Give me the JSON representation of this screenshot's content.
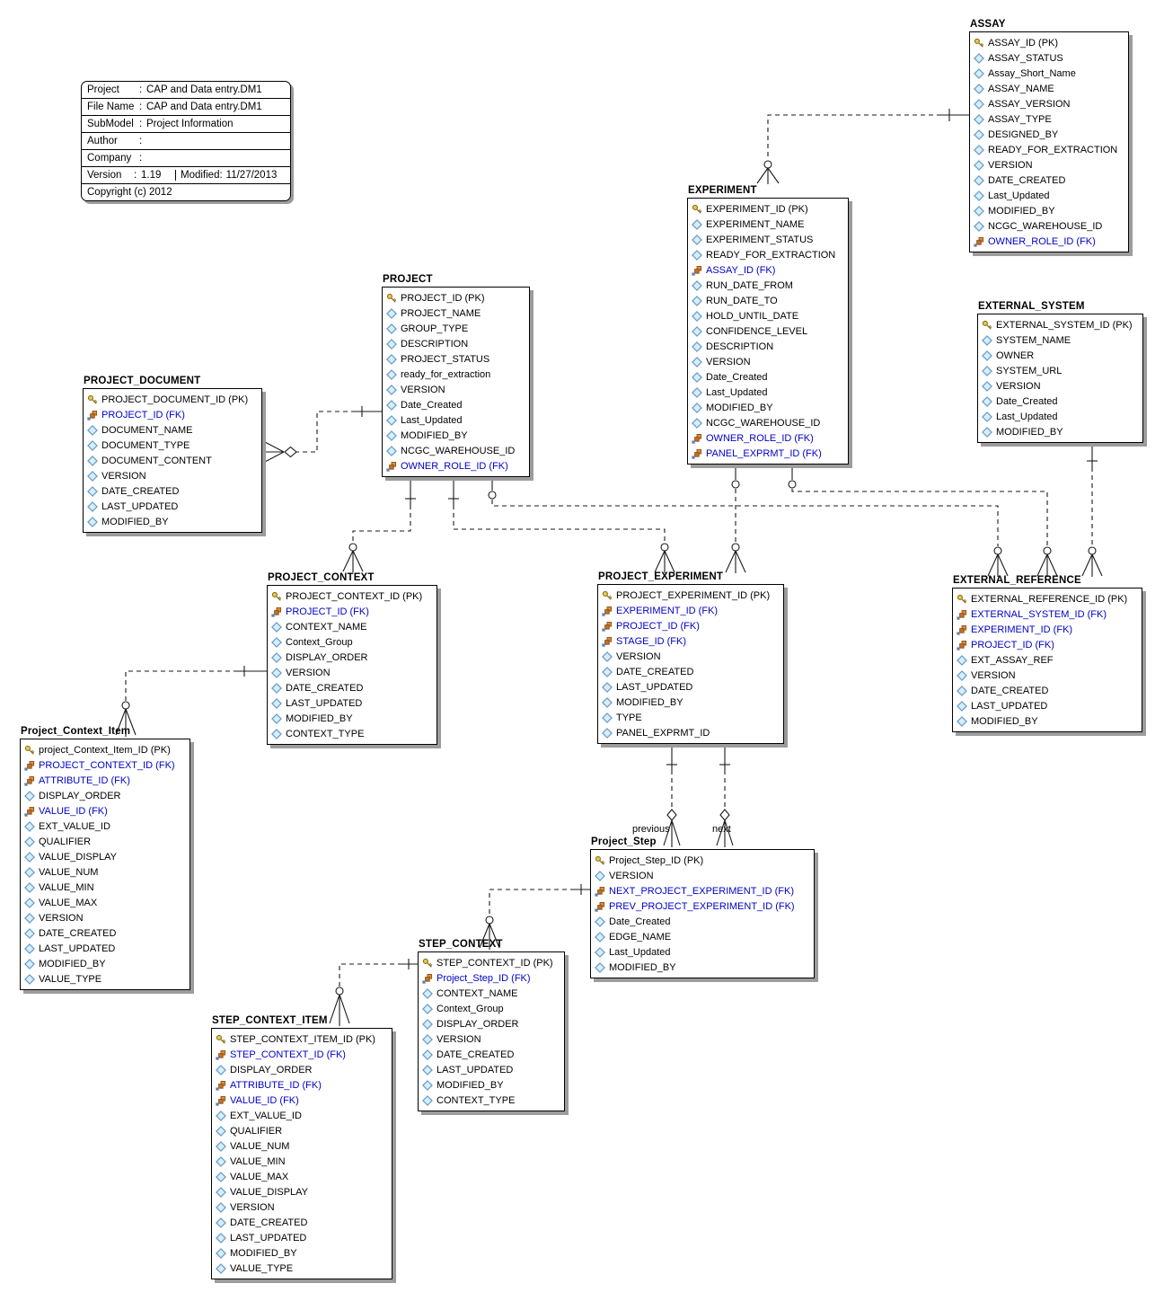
{
  "info_box": {
    "colon": ":",
    "rows": [
      {
        "label": "Project",
        "value": "CAP and Data entry.DM1"
      },
      {
        "label": "File Name",
        "value": "CAP and Data entry.DM1"
      },
      {
        "label": "SubModel",
        "value": "Project Information"
      },
      {
        "label": "Author",
        "value": ""
      },
      {
        "label": "Company",
        "value": ""
      }
    ],
    "version_label": "Version",
    "version_value": "1.19",
    "modified_label": "Modified:",
    "modified_value": "11/27/2013",
    "copyright": "Copyright (c) 2012"
  },
  "connector_labels": {
    "previous": "previous",
    "next": "next"
  },
  "colors": {
    "fk_text": "#0000C8",
    "attribute_icon_fill": "#B4DCF6",
    "pk_icon_fill": "#E9CB4A",
    "fk_icon_fill": "#D4782A",
    "line": "#1A1A1A",
    "box_shadow": "#9C9C9C"
  },
  "entities": {
    "assay": {
      "title": "ASSAY",
      "fields": [
        {
          "k": "pk",
          "t": "ASSAY_ID (PK)"
        },
        {
          "k": "attr",
          "t": "ASSAY_STATUS"
        },
        {
          "k": "attr",
          "t": "Assay_Short_Name"
        },
        {
          "k": "attr",
          "t": "ASSAY_NAME"
        },
        {
          "k": "attr",
          "t": "ASSAY_VERSION"
        },
        {
          "k": "attr",
          "t": "ASSAY_TYPE"
        },
        {
          "k": "attr",
          "t": "DESIGNED_BY"
        },
        {
          "k": "attr",
          "t": "READY_FOR_EXTRACTION"
        },
        {
          "k": "attr",
          "t": "VERSION"
        },
        {
          "k": "attr",
          "t": "DATE_CREATED"
        },
        {
          "k": "attr",
          "t": "Last_Updated"
        },
        {
          "k": "attr",
          "t": "MODIFIED_BY"
        },
        {
          "k": "attr",
          "t": "NCGC_WAREHOUSE_ID"
        },
        {
          "k": "fk",
          "t": "OWNER_ROLE_ID (FK)"
        }
      ]
    },
    "experiment": {
      "title": "EXPERIMENT",
      "fields": [
        {
          "k": "pk",
          "t": "EXPERIMENT_ID (PK)"
        },
        {
          "k": "attr",
          "t": "EXPERIMENT_NAME"
        },
        {
          "k": "attr",
          "t": "EXPERIMENT_STATUS"
        },
        {
          "k": "attr",
          "t": "READY_FOR_EXTRACTION"
        },
        {
          "k": "fk",
          "t": "ASSAY_ID (FK)"
        },
        {
          "k": "attr",
          "t": "RUN_DATE_FROM"
        },
        {
          "k": "attr",
          "t": "RUN_DATE_TO"
        },
        {
          "k": "attr",
          "t": "HOLD_UNTIL_DATE"
        },
        {
          "k": "attr",
          "t": "CONFIDENCE_LEVEL"
        },
        {
          "k": "attr",
          "t": "DESCRIPTION"
        },
        {
          "k": "attr",
          "t": "VERSION"
        },
        {
          "k": "attr",
          "t": "Date_Created"
        },
        {
          "k": "attr",
          "t": "Last_Updated"
        },
        {
          "k": "attr",
          "t": "MODIFIED_BY"
        },
        {
          "k": "attr",
          "t": "NCGC_WAREHOUSE_ID"
        },
        {
          "k": "fk",
          "t": "OWNER_ROLE_ID (FK)"
        },
        {
          "k": "fk",
          "t": "PANEL_EXPRMT_ID (FK)"
        }
      ]
    },
    "project": {
      "title": "PROJECT",
      "fields": [
        {
          "k": "pk",
          "t": "PROJECT_ID (PK)"
        },
        {
          "k": "attr",
          "t": "PROJECT_NAME"
        },
        {
          "k": "attr",
          "t": "GROUP_TYPE"
        },
        {
          "k": "attr",
          "t": "DESCRIPTION"
        },
        {
          "k": "attr",
          "t": "PROJECT_STATUS"
        },
        {
          "k": "attr",
          "t": "ready_for_extraction"
        },
        {
          "k": "attr",
          "t": "VERSION"
        },
        {
          "k": "attr",
          "t": "Date_Created"
        },
        {
          "k": "attr",
          "t": "Last_Updated"
        },
        {
          "k": "attr",
          "t": "MODIFIED_BY"
        },
        {
          "k": "attr",
          "t": "NCGC_WAREHOUSE_ID"
        },
        {
          "k": "fk",
          "t": "OWNER_ROLE_ID (FK)"
        }
      ]
    },
    "project_document": {
      "title": "PROJECT_DOCUMENT",
      "fields": [
        {
          "k": "pk",
          "t": "PROJECT_DOCUMENT_ID (PK)"
        },
        {
          "k": "fk",
          "t": "PROJECT_ID (FK)"
        },
        {
          "k": "attr",
          "t": "DOCUMENT_NAME"
        },
        {
          "k": "attr",
          "t": "DOCUMENT_TYPE"
        },
        {
          "k": "attr",
          "t": "DOCUMENT_CONTENT"
        },
        {
          "k": "attr",
          "t": "VERSION"
        },
        {
          "k": "attr",
          "t": "DATE_CREATED"
        },
        {
          "k": "attr",
          "t": "LAST_UPDATED"
        },
        {
          "k": "attr",
          "t": "MODIFIED_BY"
        }
      ]
    },
    "external_system": {
      "title": "EXTERNAL_SYSTEM",
      "fields": [
        {
          "k": "pk",
          "t": "EXTERNAL_SYSTEM_ID (PK)"
        },
        {
          "k": "attr",
          "t": "SYSTEM_NAME"
        },
        {
          "k": "attr",
          "t": "OWNER"
        },
        {
          "k": "attr",
          "t": "SYSTEM_URL"
        },
        {
          "k": "attr",
          "t": "VERSION"
        },
        {
          "k": "attr",
          "t": "Date_Created"
        },
        {
          "k": "attr",
          "t": "Last_Updated"
        },
        {
          "k": "attr",
          "t": "MODIFIED_BY"
        }
      ]
    },
    "project_context": {
      "title": "PROJECT_CONTEXT",
      "fields": [
        {
          "k": "pk",
          "t": "PROJECT_CONTEXT_ID (PK)"
        },
        {
          "k": "fk",
          "t": "PROJECT_ID (FK)"
        },
        {
          "k": "attr",
          "t": "CONTEXT_NAME"
        },
        {
          "k": "attr",
          "t": "Context_Group"
        },
        {
          "k": "attr",
          "t": "DISPLAY_ORDER"
        },
        {
          "k": "attr",
          "t": "VERSION"
        },
        {
          "k": "attr",
          "t": "DATE_CREATED"
        },
        {
          "k": "attr",
          "t": "LAST_UPDATED"
        },
        {
          "k": "attr",
          "t": "MODIFIED_BY"
        },
        {
          "k": "attr",
          "t": "CONTEXT_TYPE"
        }
      ]
    },
    "project_experiment": {
      "title": "PROJECT_EXPERIMENT",
      "fields": [
        {
          "k": "pk",
          "t": "PROJECT_EXPERIMENT_ID (PK)"
        },
        {
          "k": "fk",
          "t": "EXPERIMENT_ID (FK)"
        },
        {
          "k": "fk",
          "t": "PROJECT_ID (FK)"
        },
        {
          "k": "fk",
          "t": "STAGE_ID (FK)"
        },
        {
          "k": "attr",
          "t": "VERSION"
        },
        {
          "k": "attr",
          "t": "DATE_CREATED"
        },
        {
          "k": "attr",
          "t": "LAST_UPDATED"
        },
        {
          "k": "attr",
          "t": "MODIFIED_BY"
        },
        {
          "k": "attr",
          "t": "TYPE"
        },
        {
          "k": "attr",
          "t": "PANEL_EXPRMT_ID"
        }
      ]
    },
    "external_reference": {
      "title": "EXTERNAL_REFERENCE",
      "fields": [
        {
          "k": "pk",
          "t": "EXTERNAL_REFERENCE_ID (PK)"
        },
        {
          "k": "fk",
          "t": "EXTERNAL_SYSTEM_ID (FK)"
        },
        {
          "k": "fk",
          "t": "EXPERIMENT_ID (FK)"
        },
        {
          "k": "fk",
          "t": "PROJECT_ID (FK)"
        },
        {
          "k": "attr",
          "t": "EXT_ASSAY_REF"
        },
        {
          "k": "attr",
          "t": "VERSION"
        },
        {
          "k": "attr",
          "t": "DATE_CREATED"
        },
        {
          "k": "attr",
          "t": "LAST_UPDATED"
        },
        {
          "k": "attr",
          "t": "MODIFIED_BY"
        }
      ]
    },
    "project_context_item": {
      "title": "Project_Context_Item",
      "fields": [
        {
          "k": "pk",
          "t": "project_Context_Item_ID (PK)"
        },
        {
          "k": "fk",
          "t": "PROJECT_CONTEXT_ID (FK)"
        },
        {
          "k": "fk",
          "t": "ATTRIBUTE_ID (FK)"
        },
        {
          "k": "attr",
          "t": "DISPLAY_ORDER"
        },
        {
          "k": "fk",
          "t": "VALUE_ID (FK)"
        },
        {
          "k": "attr",
          "t": "EXT_VALUE_ID"
        },
        {
          "k": "attr",
          "t": "QUALIFIER"
        },
        {
          "k": "attr",
          "t": "VALUE_DISPLAY"
        },
        {
          "k": "attr",
          "t": "VALUE_NUM"
        },
        {
          "k": "attr",
          "t": "VALUE_MIN"
        },
        {
          "k": "attr",
          "t": "VALUE_MAX"
        },
        {
          "k": "attr",
          "t": "VERSION"
        },
        {
          "k": "attr",
          "t": "DATE_CREATED"
        },
        {
          "k": "attr",
          "t": "LAST_UPDATED"
        },
        {
          "k": "attr",
          "t": "MODIFIED_BY"
        },
        {
          "k": "attr",
          "t": "VALUE_TYPE"
        }
      ]
    },
    "project_step": {
      "title": "Project_Step",
      "fields": [
        {
          "k": "pk",
          "t": "Project_Step_ID (PK)"
        },
        {
          "k": "attr",
          "t": "VERSION"
        },
        {
          "k": "fk",
          "t": "NEXT_PROJECT_EXPERIMENT_ID (FK)"
        },
        {
          "k": "fk",
          "t": "PREV_PROJECT_EXPERIMENT_ID (FK)"
        },
        {
          "k": "attr",
          "t": "Date_Created"
        },
        {
          "k": "attr",
          "t": "EDGE_NAME"
        },
        {
          "k": "attr",
          "t": "Last_Updated"
        },
        {
          "k": "attr",
          "t": "MODIFIED_BY"
        }
      ]
    },
    "step_context": {
      "title": "STEP_CONTEXT",
      "fields": [
        {
          "k": "pk",
          "t": "STEP_CONTEXT_ID (PK)"
        },
        {
          "k": "fk",
          "t": "Project_Step_ID (FK)"
        },
        {
          "k": "attr",
          "t": "CONTEXT_NAME"
        },
        {
          "k": "attr",
          "t": "Context_Group"
        },
        {
          "k": "attr",
          "t": "DISPLAY_ORDER"
        },
        {
          "k": "attr",
          "t": "VERSION"
        },
        {
          "k": "attr",
          "t": "DATE_CREATED"
        },
        {
          "k": "attr",
          "t": "LAST_UPDATED"
        },
        {
          "k": "attr",
          "t": "MODIFIED_BY"
        },
        {
          "k": "attr",
          "t": "CONTEXT_TYPE"
        }
      ]
    },
    "step_context_item": {
      "title": "STEP_CONTEXT_ITEM",
      "fields": [
        {
          "k": "pk",
          "t": "STEP_CONTEXT_ITEM_ID (PK)"
        },
        {
          "k": "fk",
          "t": "STEP_CONTEXT_ID (FK)"
        },
        {
          "k": "attr",
          "t": "DISPLAY_ORDER"
        },
        {
          "k": "fk",
          "t": "ATTRIBUTE_ID (FK)"
        },
        {
          "k": "fk",
          "t": "VALUE_ID (FK)"
        },
        {
          "k": "attr",
          "t": "EXT_VALUE_ID"
        },
        {
          "k": "attr",
          "t": "QUALIFIER"
        },
        {
          "k": "attr",
          "t": "VALUE_NUM"
        },
        {
          "k": "attr",
          "t": "VALUE_MIN"
        },
        {
          "k": "attr",
          "t": "VALUE_MAX"
        },
        {
          "k": "attr",
          "t": "VALUE_DISPLAY"
        },
        {
          "k": "attr",
          "t": "VERSION"
        },
        {
          "k": "attr",
          "t": "DATE_CREATED"
        },
        {
          "k": "attr",
          "t": "LAST_UPDATED"
        },
        {
          "k": "attr",
          "t": "MODIFIED_BY"
        },
        {
          "k": "attr",
          "t": "VALUE_TYPE"
        }
      ]
    }
  }
}
